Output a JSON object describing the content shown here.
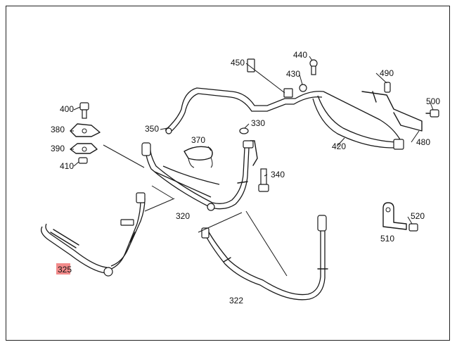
{
  "diagram": {
    "labels": [
      {
        "id": "325",
        "text": "325",
        "highlighted": true
      },
      {
        "id": "320",
        "text": "320"
      },
      {
        "id": "322",
        "text": "322"
      },
      {
        "id": "330",
        "text": "330"
      },
      {
        "id": "340",
        "text": "340"
      },
      {
        "id": "350",
        "text": "350"
      },
      {
        "id": "370",
        "text": "370"
      },
      {
        "id": "380",
        "text": "380"
      },
      {
        "id": "390",
        "text": "390"
      },
      {
        "id": "400",
        "text": "400"
      },
      {
        "id": "410",
        "text": "410"
      },
      {
        "id": "420",
        "text": "420"
      },
      {
        "id": "430",
        "text": "430"
      },
      {
        "id": "440",
        "text": "440"
      },
      {
        "id": "450",
        "text": "450"
      },
      {
        "id": "480",
        "text": "480"
      },
      {
        "id": "490",
        "text": "490"
      },
      {
        "id": "500",
        "text": "500"
      },
      {
        "id": "510",
        "text": "510"
      },
      {
        "id": "520",
        "text": "520"
      }
    ],
    "highlight_color": "#f28b8b",
    "line_color": "#1a1a1a"
  }
}
